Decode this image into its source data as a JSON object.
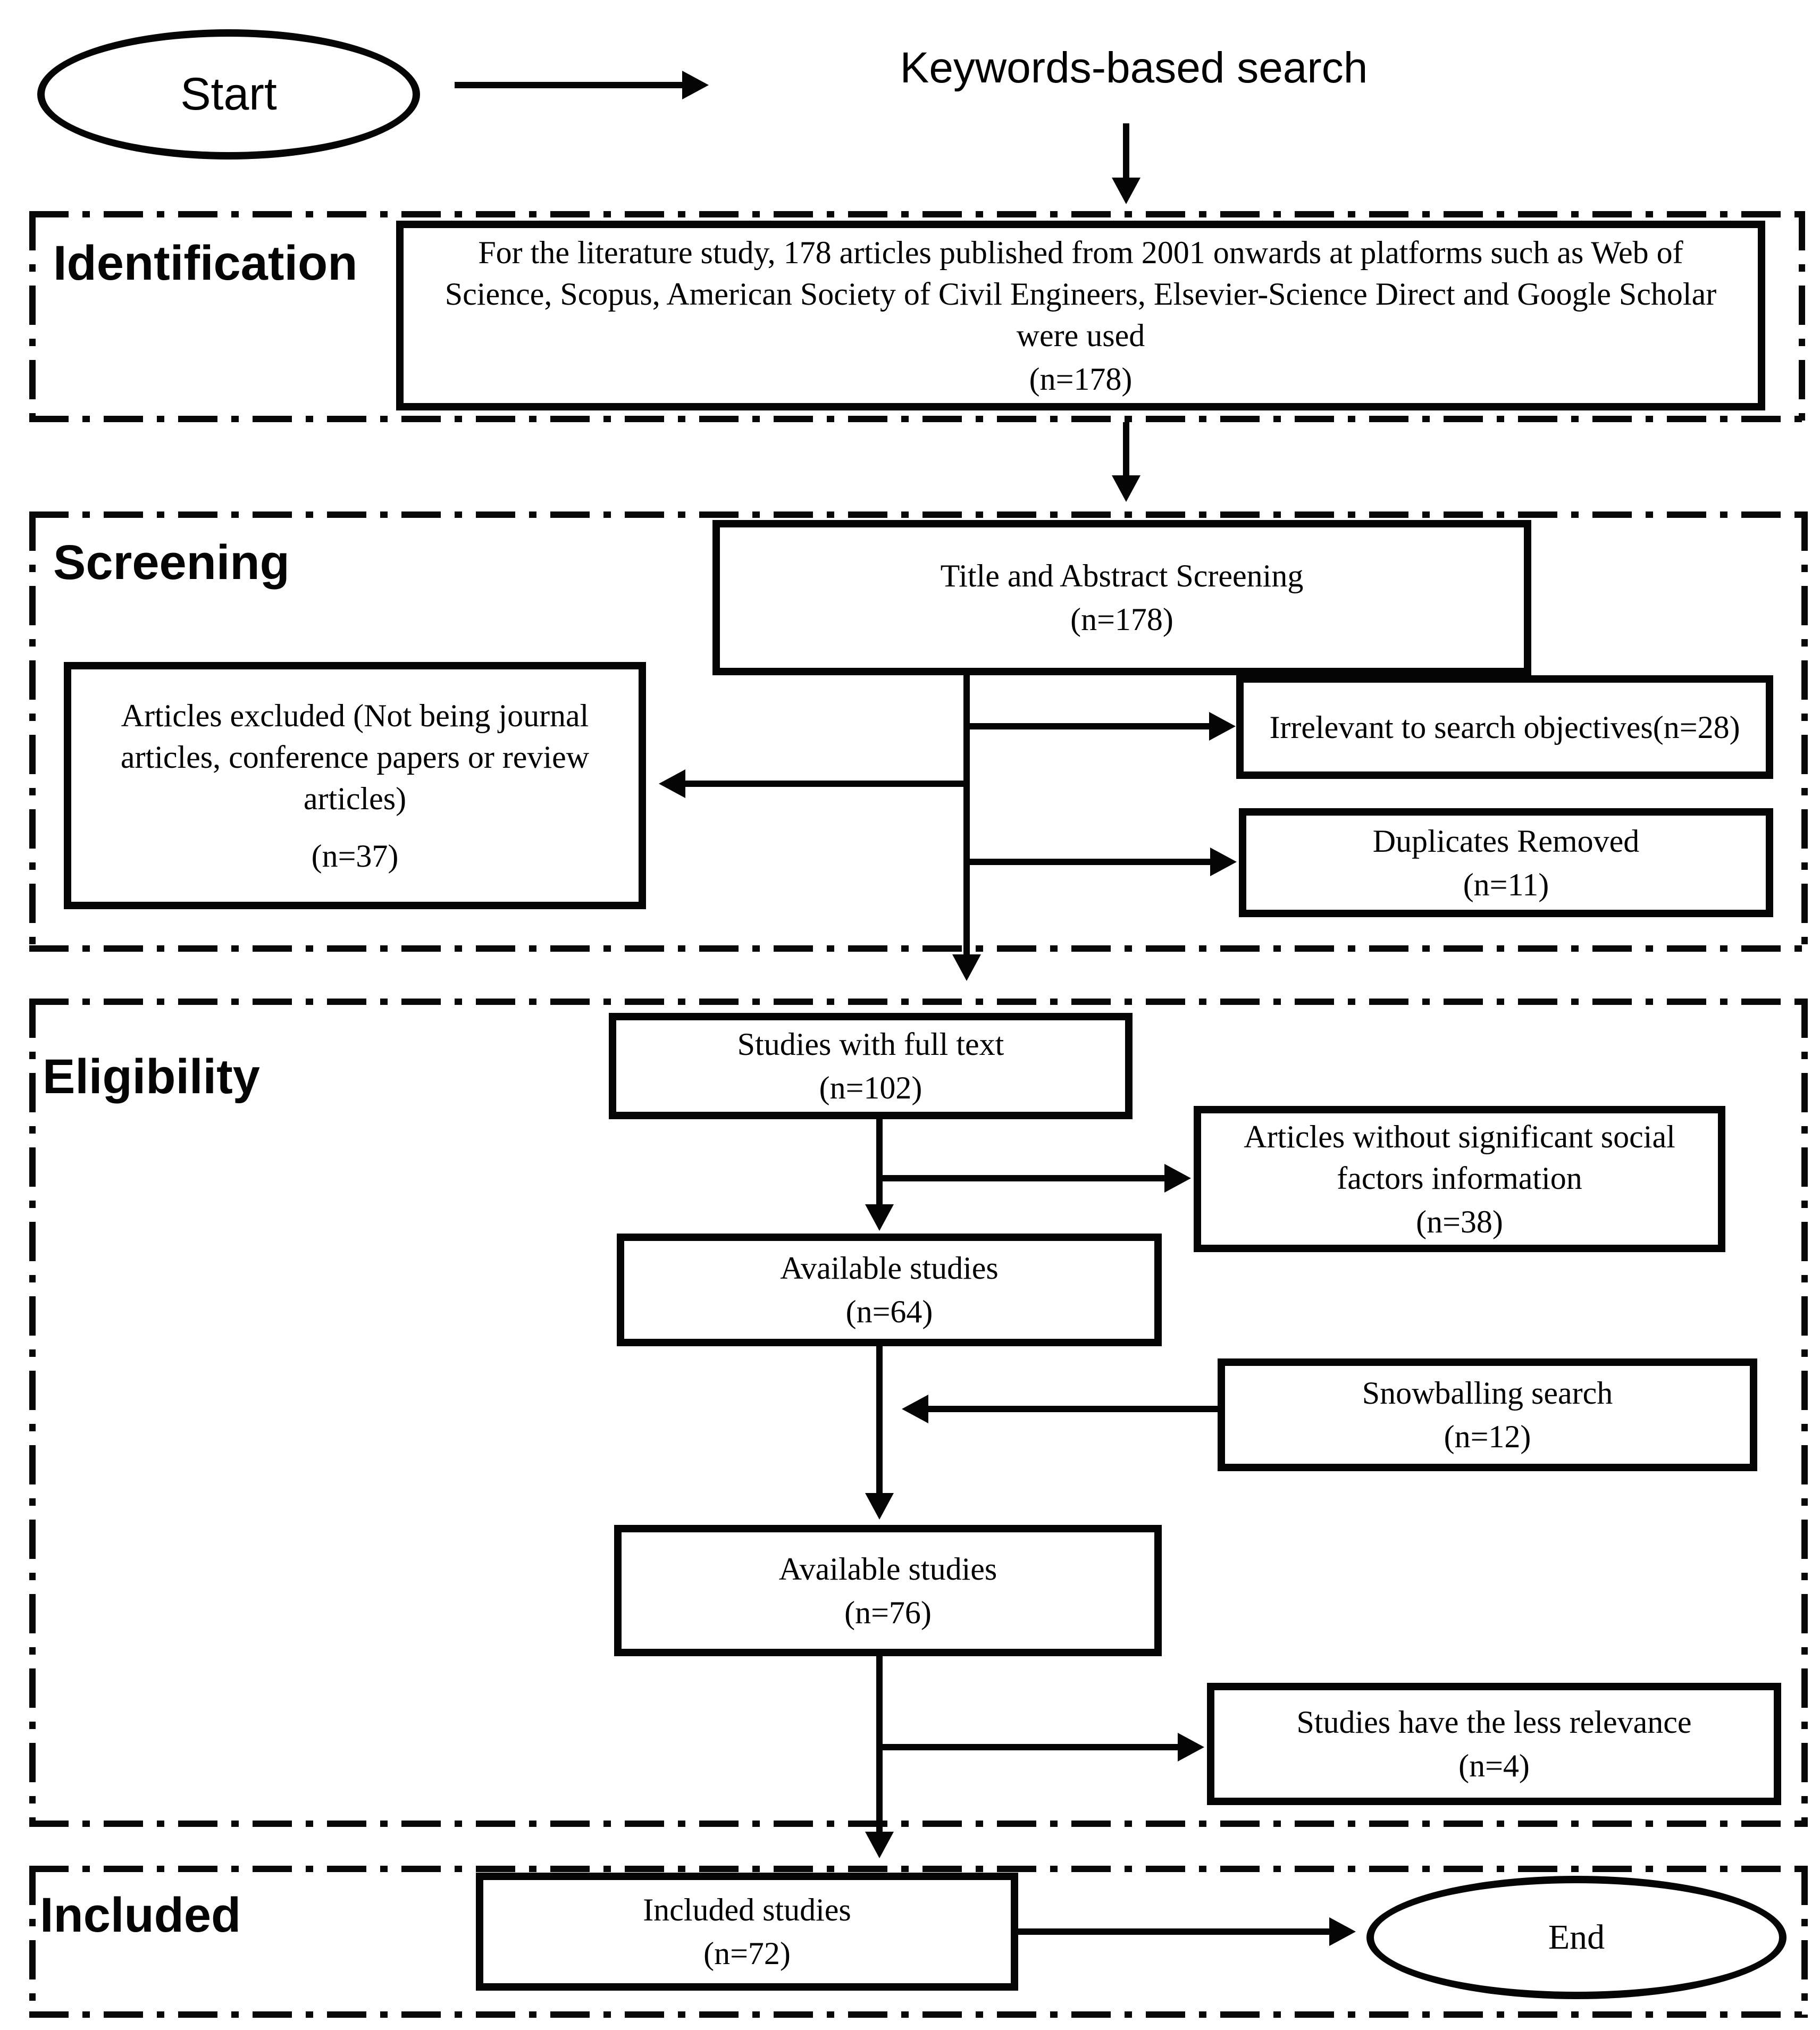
{
  "colors": {
    "ink": "#000000",
    "background": "#ffffff"
  },
  "flow": {
    "start_label": "Start",
    "keywords_label": "Keywords-based search",
    "end_label": "End"
  },
  "sections": [
    {
      "id": "identification",
      "label": "Identification"
    },
    {
      "id": "screening",
      "label": "Screening"
    },
    {
      "id": "eligibility",
      "label": "Eligibility"
    },
    {
      "id": "included",
      "label": "Included"
    }
  ],
  "nodes": {
    "identification_info": {
      "text": "For the literature study, 178 articles published from 2001 onwards at platforms such as Web of Science, Scopus, American Society of Civil Engineers, Elsevier-Science Direct and Google Scholar were used",
      "count": "(n=178)"
    },
    "title_abstract": {
      "text": "Title and Abstract Screening",
      "count": "(n=178)"
    },
    "excluded": {
      "text": "Articles excluded (Not being journal articles, conference papers or review articles)",
      "count": "(n=37)"
    },
    "irrelevant": {
      "text": "Irrelevant to search objectives(n=28)",
      "count": ""
    },
    "duplicates": {
      "text": "Duplicates Removed",
      "count": "(n=11)"
    },
    "full_text": {
      "text": "Studies with full text",
      "count": "(n=102)"
    },
    "no_social": {
      "text": "Articles without significant social factors information",
      "count": "(n=38)"
    },
    "available_64": {
      "text": "Available studies",
      "count": "(n=64)"
    },
    "snowballing": {
      "text": "Snowballing search",
      "count": "(n=12)"
    },
    "available_76": {
      "text": "Available studies",
      "count": "(n=76)"
    },
    "less_relevance": {
      "text": "Studies have the less relevance",
      "count": "(n=4)"
    },
    "included_studies": {
      "text": "Included studies",
      "count": "(n=72)"
    }
  }
}
